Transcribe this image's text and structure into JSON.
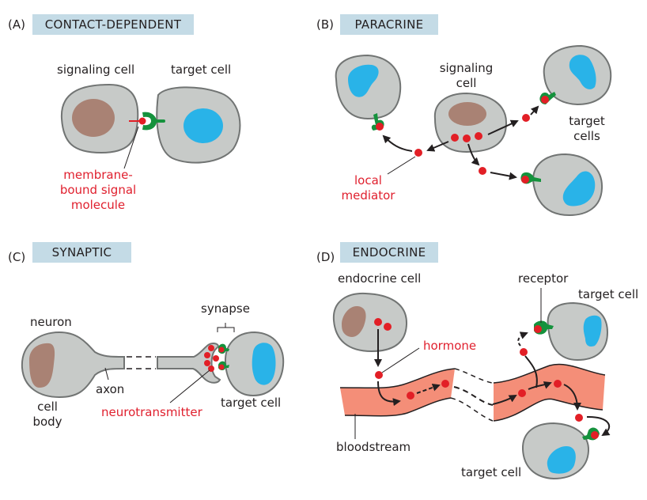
{
  "colors": {
    "cell_fill": "#c7cac8",
    "cell_stroke": "#717473",
    "signaling_nucleus": "#a98274",
    "target_nucleus": "#29b3e8",
    "signal_molecule": "#e21f26",
    "receptor": "#15923d",
    "bloodstream": "#f48e78",
    "title_band": "#c4dbe6",
    "red_label": "#e0202e"
  },
  "panels": [
    {
      "letter": "(A)",
      "title": "CONTACT-DEPENDENT",
      "labels": {
        "signaling_cell": "signaling cell",
        "target_cell": "target cell",
        "molecule": [
          "membrane-",
          "bound signal",
          "molecule"
        ]
      }
    },
    {
      "letter": "(B)",
      "title": "PARACRINE",
      "labels": {
        "signaling_cell": [
          "signaling",
          "cell"
        ],
        "target_cells": [
          "target",
          "cells"
        ],
        "mediator": [
          "local",
          "mediator"
        ]
      }
    },
    {
      "letter": "(C)",
      "title": "SYNAPTIC",
      "labels": {
        "neuron": "neuron",
        "synapse": "synapse",
        "axon": "axon",
        "cell_body": [
          "cell",
          "body"
        ],
        "neurotransmitter": "neurotransmitter",
        "target_cell": "target cell"
      }
    },
    {
      "letter": "(D)",
      "title": "ENDOCRINE",
      "labels": {
        "endocrine_cell": "endocrine cell",
        "receptor": "receptor",
        "target_cell_top": "target cell",
        "hormone": "hormone",
        "bloodstream": "bloodstream",
        "target_cell_bottom": "target cell"
      }
    }
  ]
}
